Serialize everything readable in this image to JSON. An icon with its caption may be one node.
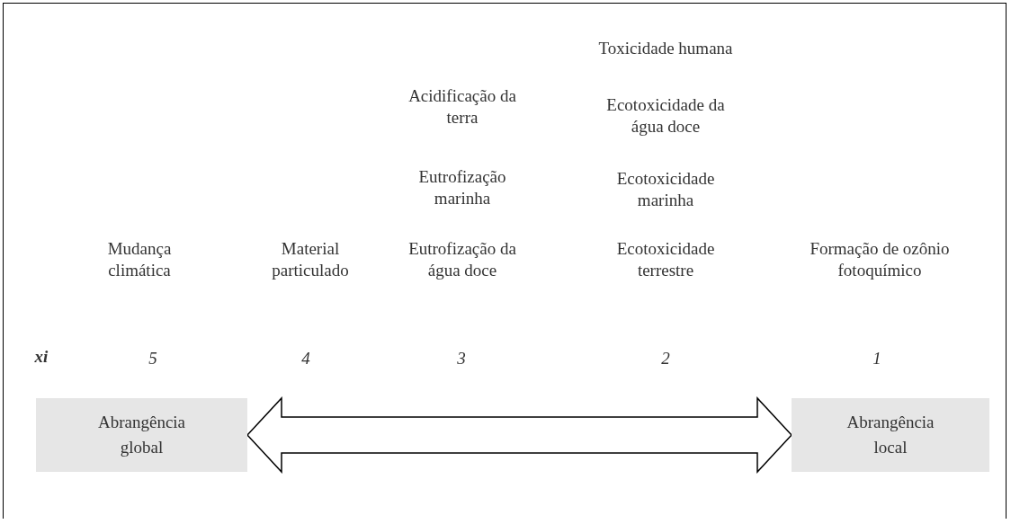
{
  "diagram": {
    "nodes": [
      {
        "text": [
          "Abrangência global"
        ]
      },
      {
        "text": [
          "Abrangência local"
        ]
      }
    ],
    "edges": [
      {
        "from": 0,
        "to": 1,
        "arrow": "both"
      }
    ],
    "labels": [
      "Toxicidade humana",
      "Acidificação da terra",
      "Ecotoxicidade da água doce",
      "Eutrofização marinha",
      "Ecotoxicidade marinha",
      "Mudança climática",
      "Material particulado",
      "Eutrofização da água doce",
      "Ecotoxicidade terrestre",
      "Formação de ozônio fotoquímico",
      "xi",
      "5",
      "4",
      "3",
      "2",
      "1"
    ]
  }
}
